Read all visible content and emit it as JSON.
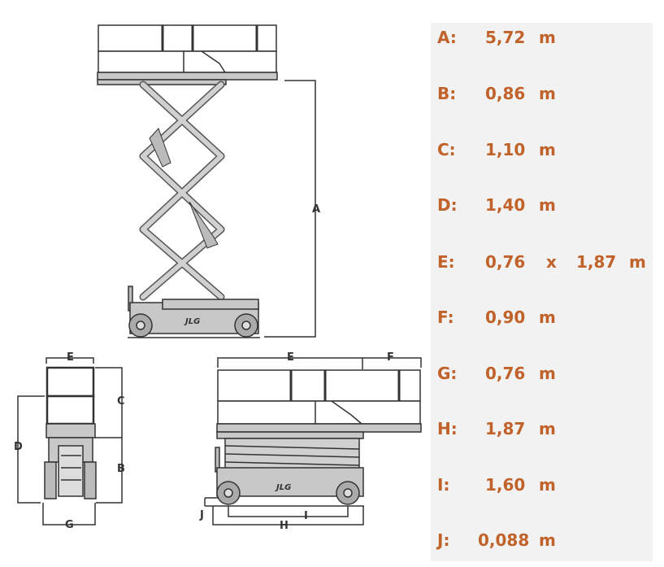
{
  "diagram": {
    "subject": "scissor lift dimension drawing",
    "views": {
      "side_elevated": {
        "dimension_labels": [
          "A"
        ]
      },
      "front_stowed": {
        "dimension_labels": [
          "E",
          "C",
          "D",
          "B",
          "G"
        ]
      },
      "side_stowed": {
        "dimension_labels": [
          "E",
          "F",
          "J",
          "I",
          "H"
        ],
        "logo_text": "JLG"
      }
    }
  },
  "specs": {
    "text_color": "#c0622a",
    "panel_color": "#f2f2f2",
    "items": [
      {
        "label": "A:",
        "value": "5,72",
        "unit": "m"
      },
      {
        "label": "B:",
        "value": "0,86",
        "unit": "m"
      },
      {
        "label": "C:",
        "value": "1,10",
        "unit": "m"
      },
      {
        "label": "D:",
        "value": "1,40",
        "unit": "m"
      },
      {
        "label": "E:",
        "value": "0,76",
        "sep": "x",
        "value2": "1,87",
        "unit": "m"
      },
      {
        "label": "F:",
        "value": "0,90",
        "unit": "m"
      },
      {
        "label": "G:",
        "value": "0,76",
        "unit": "m"
      },
      {
        "label": "H:",
        "value": "1,87",
        "unit": "m"
      },
      {
        "label": "I:",
        "value": "1,60",
        "unit": "m"
      },
      {
        "label": "J:",
        "value": "0,088",
        "unit": "m"
      }
    ]
  }
}
